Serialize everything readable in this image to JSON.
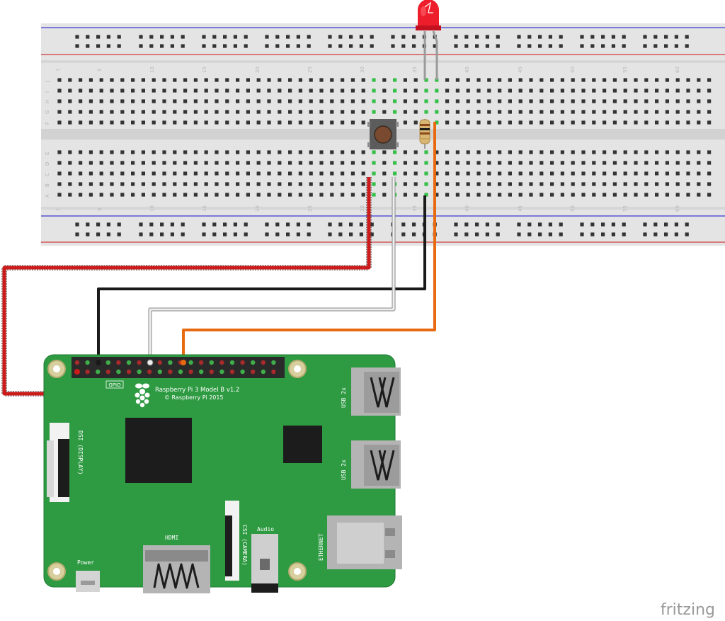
{
  "breadboard": {
    "row_letters_top": [
      "J",
      "I",
      "H",
      "G",
      "F"
    ],
    "row_letters_bottom": [
      "E",
      "D",
      "C",
      "B",
      "A"
    ],
    "column_numbers": [
      "1",
      "5",
      "10",
      "15",
      "20",
      "25",
      "30",
      "35",
      "40",
      "45",
      "50",
      "55",
      "60"
    ]
  },
  "board": {
    "model_line1": "Raspberry Pi 3 Model B v1.2",
    "model_line2": "© Raspberry Pi 2015",
    "gpio_label": "GPIO",
    "dsi_label": "DSI (DISPLAY)",
    "csi_label": "CSI (CAMERA)",
    "hdmi_label": "HDMI",
    "audio_label": "Audio",
    "power_label": "Power",
    "ethernet_label": "ETHERNET",
    "usb1_label": "USB 2x",
    "usb2_label": "USB 2x"
  },
  "wires": [
    {
      "name": "red-wire",
      "color": "#cc1b1b"
    },
    {
      "name": "black-wire",
      "color": "#1a1a1a"
    },
    {
      "name": "white-wire",
      "color": "#e9e9e9"
    },
    {
      "name": "orange-wire",
      "color": "#e86a10"
    }
  ],
  "colors": {
    "pcb": "#2e9a42",
    "breadboard": "#e4e4e4",
    "rail_blue": "#3b3bd0",
    "rail_red": "#d03b3b",
    "led": "#ee1d2b",
    "highlight_hole": "#36c04a"
  },
  "watermark": "fritzing"
}
